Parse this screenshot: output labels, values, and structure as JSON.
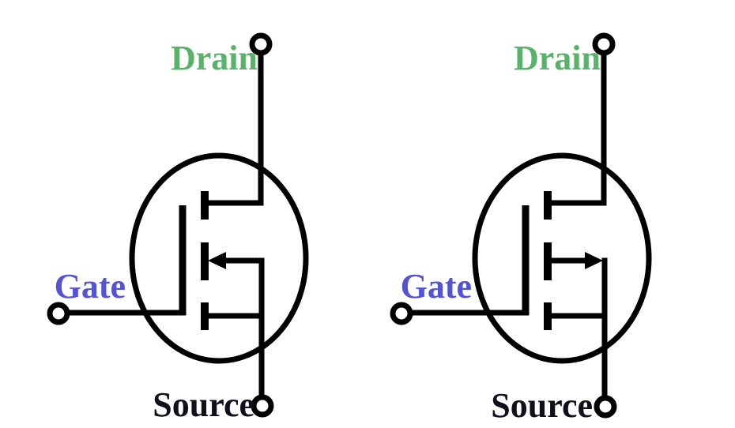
{
  "diagram": {
    "background_color": "#ffffff",
    "wire_color": "#000000",
    "symbols": [
      {
        "id": "left-mosfet",
        "arrow_direction": "left",
        "labels": {
          "drain": {
            "text": "Drain",
            "color": "#58b269"
          },
          "gate": {
            "text": "Gate",
            "color": "#5353d6"
          },
          "source": {
            "text": "Source",
            "color": "#10101c"
          }
        }
      },
      {
        "id": "right-mosfet",
        "arrow_direction": "right",
        "labels": {
          "drain": {
            "text": "Drain",
            "color": "#58b269"
          },
          "gate": {
            "text": "Gate",
            "color": "#5353d6"
          },
          "source": {
            "text": "Source",
            "color": "#10101c"
          }
        }
      }
    ]
  }
}
